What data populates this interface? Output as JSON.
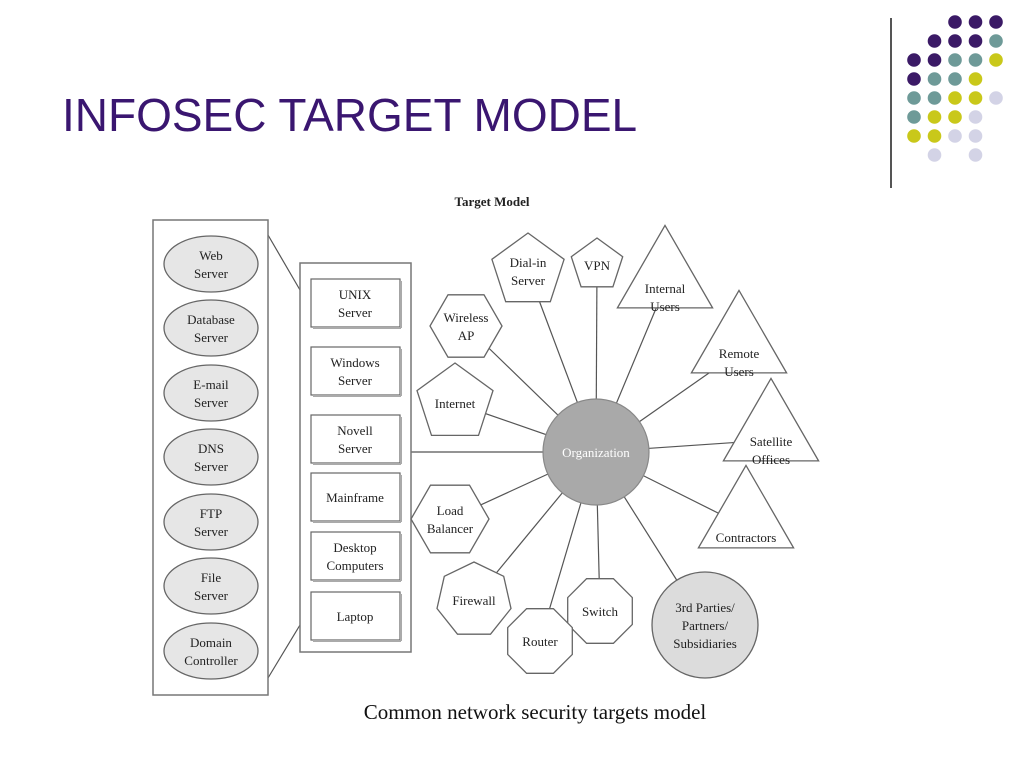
{
  "slide": {
    "title": "INFOSEC TARGET MODEL",
    "caption": "Common network security targets model"
  },
  "colors": {
    "title": "#3a1670",
    "dot_purple": "#3b1a66",
    "dot_teal": "#6e9a98",
    "dot_yellow": "#c9c81a",
    "dot_lavender": "#d3d3e6",
    "node_fill": "#e6e6e6",
    "center_fill": "#a9a9a9"
  },
  "decor": {
    "dot_rows": [
      [
        "",
        "",
        "purple",
        "purple",
        "purple"
      ],
      [
        "",
        "purple",
        "purple",
        "purple",
        "teal"
      ],
      [
        "purple",
        "purple",
        "teal",
        "teal",
        "yellow"
      ],
      [
        "purple",
        "teal",
        "teal",
        "yellow",
        ""
      ],
      [
        "teal",
        "teal",
        "yellow",
        "yellow",
        "lavender"
      ],
      [
        "teal",
        "yellow",
        "yellow",
        "lavender",
        ""
      ],
      [
        "yellow",
        "yellow",
        "lavender",
        "lavender",
        ""
      ],
      [
        "",
        "lavender",
        "",
        "lavender",
        ""
      ]
    ]
  },
  "diagram": {
    "title": "Target Model",
    "servers": [
      "Web\nServer",
      "Database\nServer",
      "E-mail\nServer",
      "DNS\nServer",
      "FTP\nServer",
      "File\nServer",
      "Domain\nController"
    ],
    "systems": [
      "UNIX\nServer",
      "Windows\nServer",
      "Novell\nServer",
      "Mainframe",
      "Desktop\nComputers",
      "Laptop"
    ],
    "center": "Organization",
    "targets": [
      {
        "label": "Internet",
        "shape": "pentagon"
      },
      {
        "label": "Wireless\nAP",
        "shape": "hexagon"
      },
      {
        "label": "Dial-in\nServer",
        "shape": "pentagon"
      },
      {
        "label": "VPN",
        "shape": "pentagon"
      },
      {
        "label": "Internal\nUsers",
        "shape": "triangle"
      },
      {
        "label": "Remote\nUsers",
        "shape": "triangle"
      },
      {
        "label": "Satellite\nOffices",
        "shape": "triangle"
      },
      {
        "label": "Contractors",
        "shape": "triangle"
      },
      {
        "label": "3rd Parties/\nPartners/\nSubsidiaries",
        "shape": "circle"
      },
      {
        "label": "Switch",
        "shape": "octagon"
      },
      {
        "label": "Router",
        "shape": "octagon"
      },
      {
        "label": "Firewall",
        "shape": "heptagon"
      },
      {
        "label": "Load\nBalancer",
        "shape": "hexagon"
      }
    ]
  }
}
